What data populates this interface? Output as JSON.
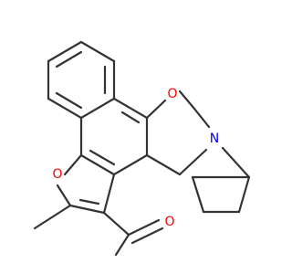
{
  "molecule": {
    "atom_labels": {
      "o_oxazine": "O",
      "n_oxazine": "N",
      "o_furan": "O",
      "o_carbonyl": "O"
    },
    "colors": {
      "bond": "#333333",
      "oxygen": "#ff0000",
      "nitrogen": "#0000ff"
    }
  }
}
